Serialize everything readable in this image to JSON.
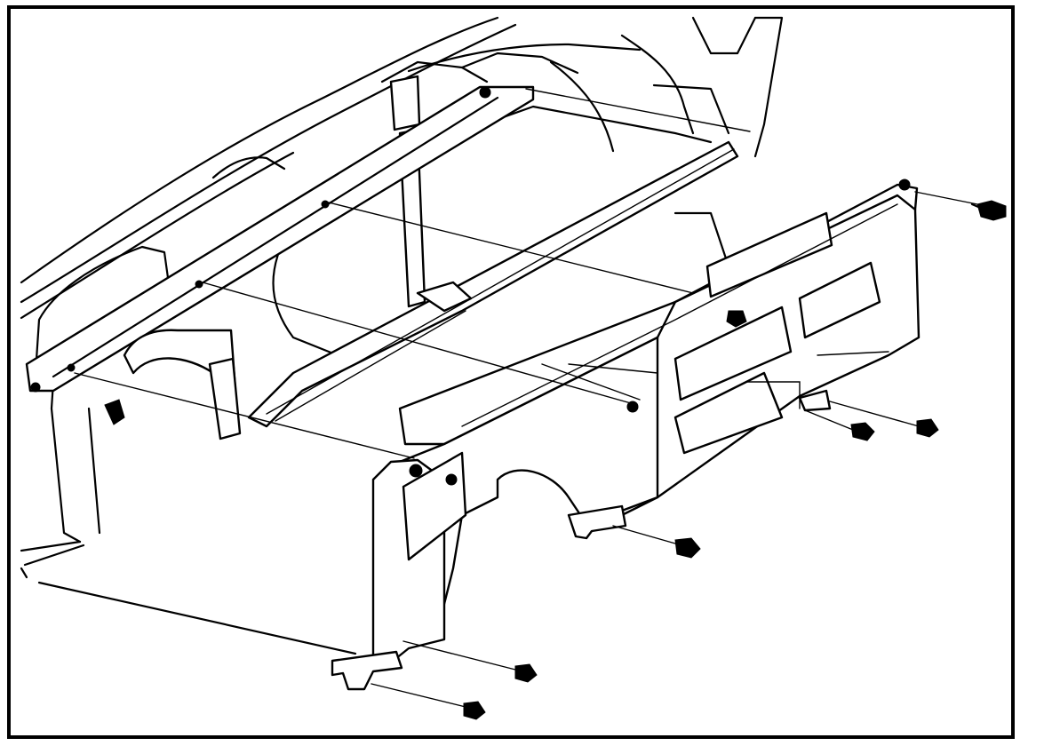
{
  "figure": {
    "border_color": "#000000",
    "background": "#ffffff",
    "line_color": "#000000"
  },
  "fasteners": [
    {
      "id": "bolt-upper-right"
    },
    {
      "id": "bolt-front-right"
    },
    {
      "id": "bolt-front-right-lower"
    },
    {
      "id": "bolt-center-bottom"
    },
    {
      "id": "bolt-left-bottom-upper"
    },
    {
      "id": "bolt-left-bottom-lower"
    }
  ]
}
